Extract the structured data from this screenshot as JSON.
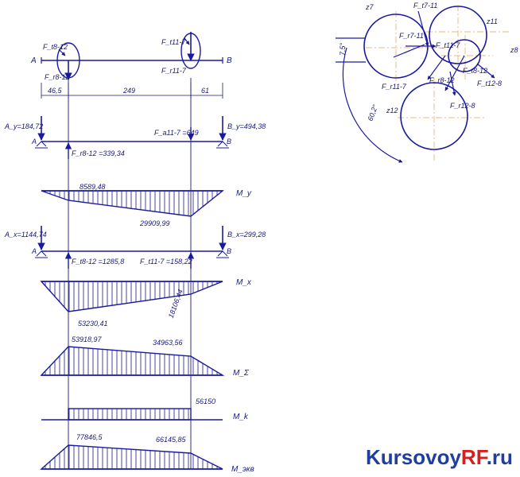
{
  "beam": {
    "point_a": "A",
    "point_b": "B",
    "force_top_left": "F_t8-12",
    "force_top_left_2": "F_r8-12",
    "force_top_right": "F_t11-7",
    "force_top_right_2": "F_r11-7",
    "dim_left": "46,5",
    "dim_mid": "249",
    "dim_right": "61"
  },
  "vertical_plane": {
    "reaction_a": "A_y=184,72",
    "reaction_b": "B_y=494,38",
    "force_r8_12": "F_r8-12 =339,34",
    "force_a11_7": "F_a11-7 =649",
    "moment_label": "M_y",
    "m_value_1": "8589,48",
    "m_value_2": "29909,99"
  },
  "horizontal_plane": {
    "reaction_a": "A_x=1144,74",
    "reaction_b": "B_x=299,28",
    "force_t8_12": "F_t8-12 =1285,8",
    "force_t11_7": "F_t11-7 =158,22",
    "moment_label": "M_x",
    "m_value_1": "53230,41",
    "m_value_2": "18106,44"
  },
  "total_moment": {
    "label": "M_Σ",
    "value_1": "53918,97",
    "value_2": "34963,56"
  },
  "torque": {
    "label": "M_k",
    "value": "56150"
  },
  "equivalent_moment": {
    "label": "M_экв",
    "value_1": "77846,5",
    "value_2": "66145,85"
  },
  "gear_diagram": {
    "z7": "z7",
    "z11": "z11",
    "z8": "z8",
    "z12": "z12",
    "f_t7_11": "F_t7-11",
    "f_r7_11": "F_r7-11",
    "f_t11_7": "F_t11-7",
    "f_r11_7": "F_r11-7",
    "f_r8_12": "F_r8-12",
    "f_t8_12": "F_t8-12",
    "f_t12_8": "F_t12-8",
    "f_r12_8": "F_r12-8",
    "angle_1": "7,5°",
    "angle_2": "60,2°"
  },
  "watermark": {
    "part1": "Kursovoy",
    "part2": "RF",
    "part3": ".ru",
    "color_blue": "#1f3fa0",
    "color_red": "#d42020"
  }
}
